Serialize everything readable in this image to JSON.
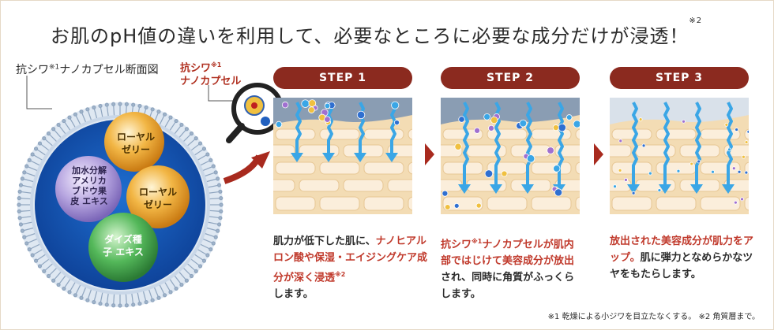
{
  "headline": {
    "text": "お肌のpH値の違いを利用して、必要なところに必要な成分だけが浸透！",
    "note_mark": "※2"
  },
  "capsule_label": {
    "prefix": "抗シワ",
    "note_mark": "※1",
    "suffix": "ナノカプセル断面図"
  },
  "capsule_callout": {
    "line1": "抗シワ",
    "note_mark": "※1",
    "line2": "ナノカプセル"
  },
  "capsule_ingredients": {
    "royal_jelly_top": "ローヤル ゼリー",
    "grape_peel": "加水分解 アメリカ ブドウ果皮 エキス",
    "royal_jelly_right": "ローヤル ゼリー",
    "soy_seed": "ダイズ種子 エキス"
  },
  "steps": [
    {
      "label": "STEP 1",
      "desc_a": "肌力が低下した肌に、",
      "desc_b": "ナノヒアルロン酸や保湿・エイジングケア成分が深く浸透",
      "desc_mark": "※2",
      "desc_c": "します。"
    },
    {
      "label": "STEP 2",
      "desc_a": "抗シワ",
      "desc_mark": "※1",
      "desc_b": "ナノカプセルが肌内部ではじけて美容成分が放出",
      "desc_c": "され、同時に角質がふっくらします。"
    },
    {
      "label": "STEP 3",
      "desc_a": "放出された美容成分が肌力をアップ。",
      "desc_b": "肌に弾力となめらかなツヤをもたらします。"
    }
  ],
  "footnote": "※1 乾燥による小ジワを目立たなくする。 ※2 角質層まで。",
  "colors": {
    "accent": "#8b2a1f",
    "highlight": "#c0392b",
    "skin": "#f3dcb4",
    "water": "#3aa6e6"
  }
}
